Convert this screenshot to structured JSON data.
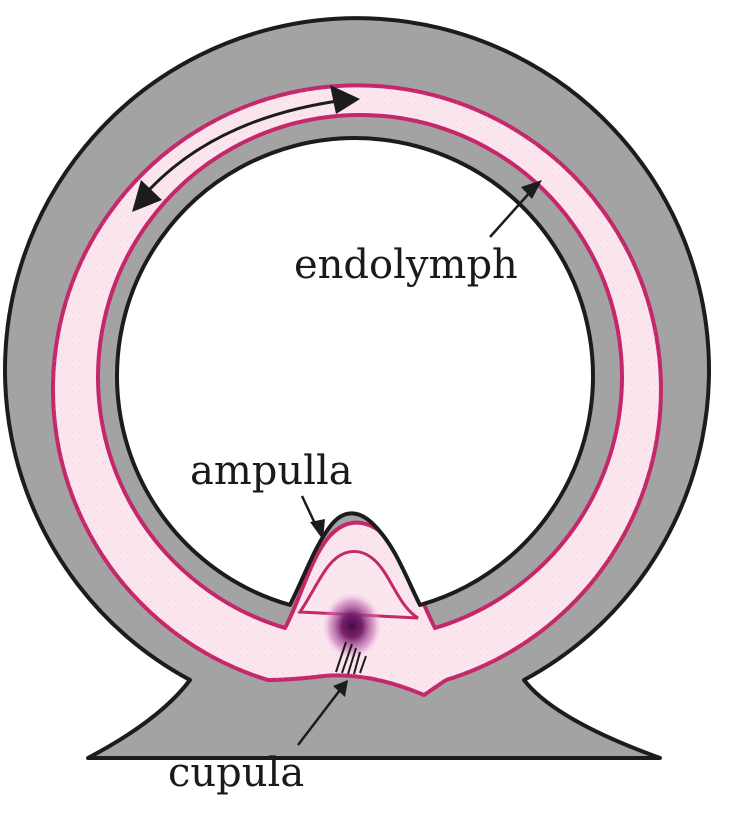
{
  "labels": {
    "endolymph": "endolymph",
    "ampulla": "ampulla",
    "cupula": "cupula"
  },
  "colors": {
    "wall_gray": "#a3a3a3",
    "wall_outline": "#1c1c1c",
    "endolymph_fill": "#fbe6ee",
    "membrane_magenta": "#c4286a",
    "cupula_purple": "#6e1a5e",
    "background": "#ffffff"
  }
}
